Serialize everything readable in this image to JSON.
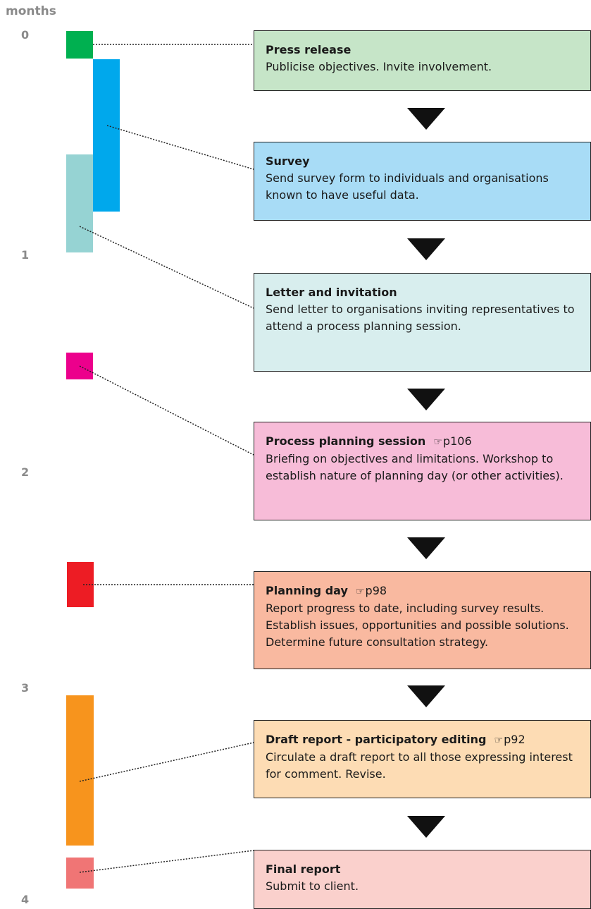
{
  "axis": {
    "title": "months",
    "ticks": [
      "0",
      "1",
      "2",
      "3",
      "4"
    ]
  },
  "stages": [
    {
      "id": "press-release",
      "title": "Press release",
      "ref": "",
      "desc": "Publicise objectives. Invite involvement.",
      "box_color": "#c6e5c8",
      "bar_color": "#00b050",
      "start_month": 0.0,
      "end_month": 0.14
    },
    {
      "id": "survey",
      "title": "Survey",
      "ref": "",
      "desc": "Send survey form to individuals and organisations known to have useful data.",
      "box_color": "#a8dcf6",
      "bar_color": "#00a8ec",
      "start_month": 0.14,
      "end_month": 0.9
    },
    {
      "id": "letter-and-invitation",
      "title": "Letter and invitation",
      "ref": "",
      "desc": "Send letter to organisations inviting representatives to attend a process planning session.",
      "box_color": "#d8eeee",
      "bar_color": "#96d3d3",
      "start_month": 0.62,
      "end_month": 1.1
    },
    {
      "id": "process-planning-session",
      "title": "Process planning session",
      "ref": "p106",
      "desc": "Briefing on objectives and limitations. Workshop to establish nature of planning day (or other activities).",
      "box_color": "#f7bcd8",
      "bar_color": "#ec008c",
      "start_month": 1.55,
      "end_month": 1.68
    },
    {
      "id": "planning-day",
      "title": "Planning day",
      "ref": "p98",
      "desc": "Report progress to date, including survey results. Establish issues, opportunities and possible solutions. Determine future consultation strategy.",
      "box_color": "#f9b9a0",
      "bar_color": "#ed1c24",
      "start_month": 2.55,
      "end_month": 2.77
    },
    {
      "id": "draft-report",
      "title": "Draft report - participatory editing",
      "ref": "p92",
      "desc": "Circulate a draft report to all those expressing interest for comment. Revise.",
      "box_color": "#fddcb4",
      "bar_color": "#f7941d",
      "start_month": 3.12,
      "end_month": 3.81
    },
    {
      "id": "final-report",
      "title": "Final report",
      "ref": "",
      "desc": "Submit to client.",
      "box_color": "#fad0cc",
      "bar_color": "#f07575",
      "start_month": 3.83,
      "end_month": 3.98
    }
  ]
}
